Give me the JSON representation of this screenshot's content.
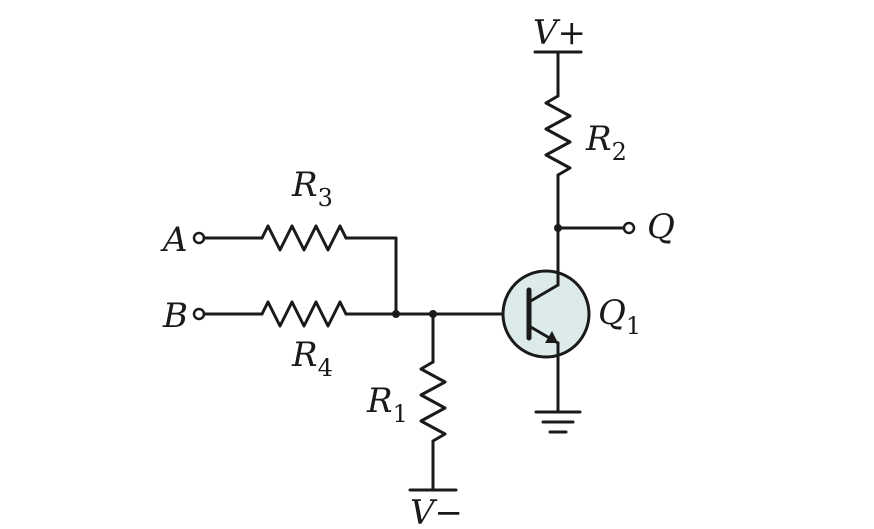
{
  "labels": {
    "vplus": "V+",
    "vminus": "V−",
    "input_a": "A",
    "input_b": "B",
    "output_q": "Q",
    "r1": {
      "main": "R",
      "sub": "1"
    },
    "r2": {
      "main": "R",
      "sub": "2"
    },
    "r3": {
      "main": "R",
      "sub": "3"
    },
    "r4": {
      "main": "R",
      "sub": "4"
    },
    "q1": {
      "main": "Q",
      "sub": "1"
    }
  },
  "colors": {
    "wire": "#1a1a1a",
    "transistor_fill": "#dcebea"
  }
}
